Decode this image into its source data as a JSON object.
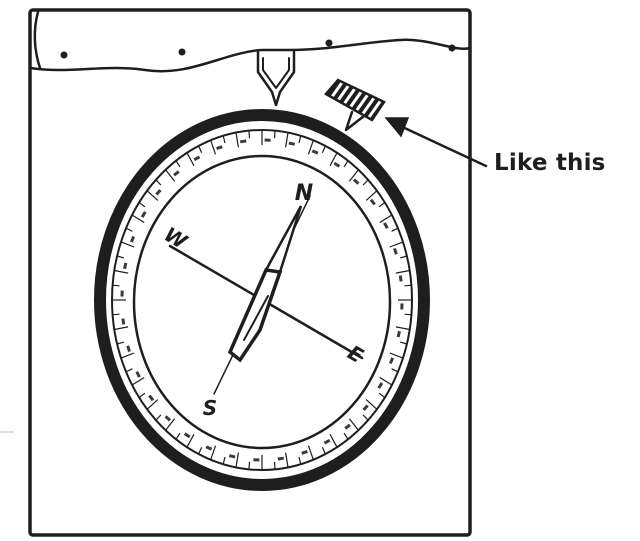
{
  "callout": {
    "text": "Like this"
  },
  "compass": {
    "cardinals": {
      "north": "N",
      "south": "S",
      "east": "E",
      "west": "W"
    }
  },
  "icons": {
    "marker": "hatched-tape-marker",
    "pointer": "arrow",
    "index": "direction-of-travel-notch"
  }
}
